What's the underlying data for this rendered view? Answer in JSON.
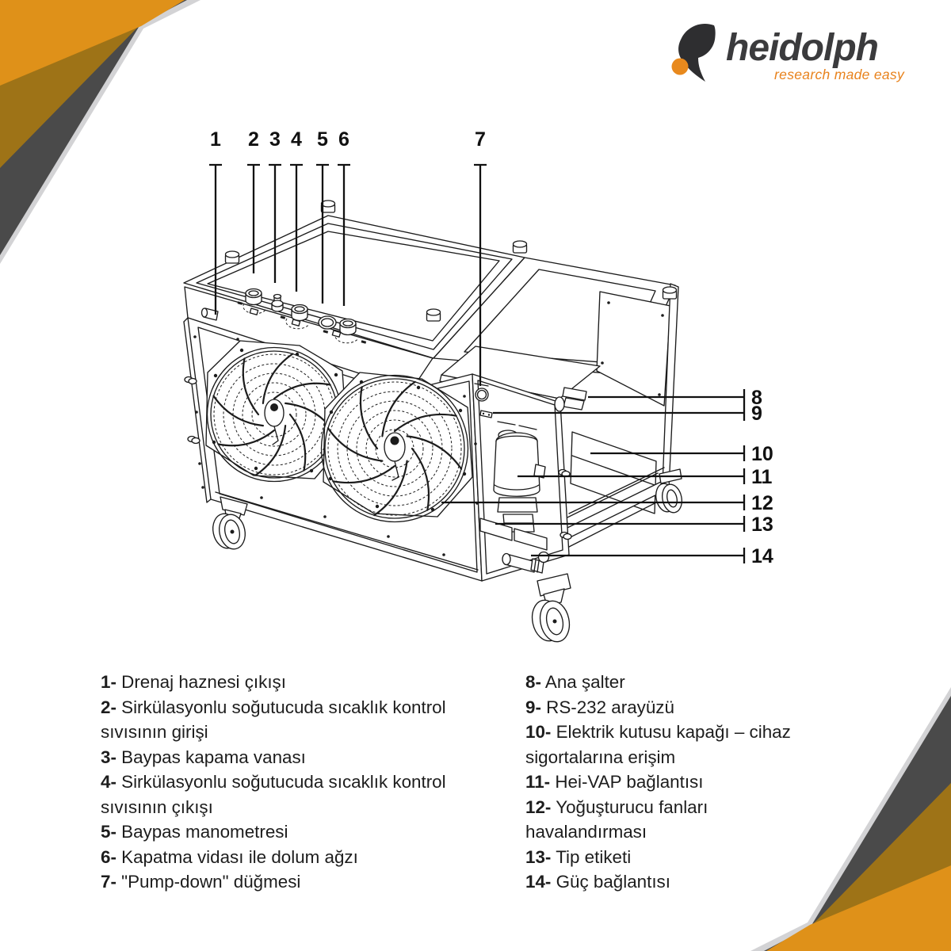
{
  "brand": {
    "name": "heidolph",
    "tagline": "research made easy"
  },
  "colors": {
    "corner_orange": "#DF9119",
    "corner_brown": "#9E7317",
    "corner_dark_gray": "#4A4A4A",
    "corner_light_gray": "#D3D3D5",
    "logo_text": "#3B3B3D",
    "logo_dot_orange": "#E8891D",
    "line_color": "#1C1C1C"
  },
  "callouts": {
    "top": [
      {
        "n": "1"
      },
      {
        "n": "2"
      },
      {
        "n": "3"
      },
      {
        "n": "4"
      },
      {
        "n": "5"
      },
      {
        "n": "6"
      },
      {
        "n": "7"
      }
    ],
    "right": [
      {
        "n": "8"
      },
      {
        "n": "9"
      },
      {
        "n": "10"
      },
      {
        "n": "11"
      },
      {
        "n": "12"
      },
      {
        "n": "13"
      },
      {
        "n": "14"
      }
    ]
  },
  "legend": {
    "left": [
      {
        "num": "1-",
        "text": " Drenaj haznesi çıkışı"
      },
      {
        "num": "2-",
        "text": " Sirkülasyonlu soğutucuda sıcaklık kontrol\nsıvısının girişi"
      },
      {
        "num": "3-",
        "text": " Baypas kapama vanası"
      },
      {
        "num": "4-",
        "text": " Sirkülasyonlu soğutucuda sıcaklık kontrol\nsıvısının çıkışı"
      },
      {
        "num": "5-",
        "text": " Baypas manometresi"
      },
      {
        "num": "6-",
        "text": " Kapatma vidası ile dolum ağzı"
      },
      {
        "num": "7-",
        "text": " \"Pump-down\" düğmesi"
      }
    ],
    "right": [
      {
        "num": "8-",
        "text": " Ana şalter"
      },
      {
        "num": "9-",
        "text": " RS-232 arayüzü"
      },
      {
        "num": "10-",
        "text": " Elektrik kutusu kapağı – cihaz\nsigortalarına erişim"
      },
      {
        "num": "11-",
        "text": " Hei-VAP bağlantısı"
      },
      {
        "num": "12-",
        "text": " Yoğuşturucu fanları\nhavalandırması"
      },
      {
        "num": "13-",
        "text": " Tip etiketi"
      },
      {
        "num": "14-",
        "text": " Güç bağlantısı"
      }
    ]
  }
}
